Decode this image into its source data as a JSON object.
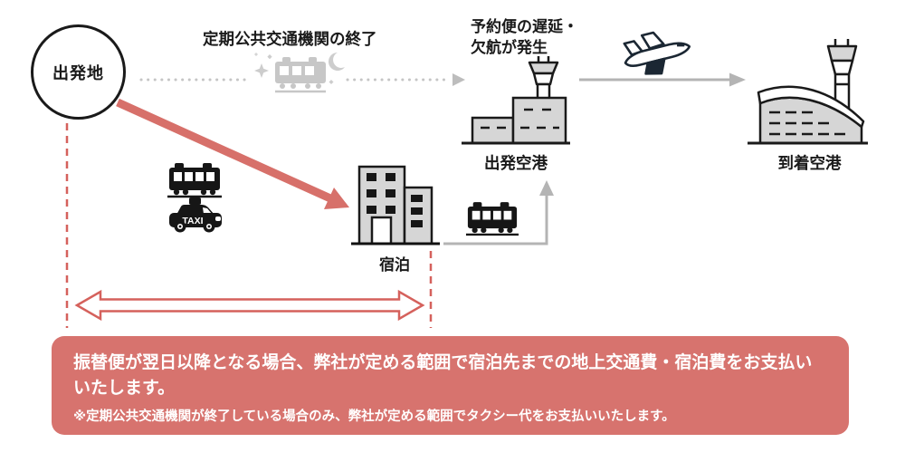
{
  "nodes": {
    "departure": "出発地",
    "transit_end": "定期公共交通機関の終了",
    "flight_disruption": "予約便の遅延・\n欠航が発生",
    "departure_airport": "出発空港",
    "arrival_airport": "到着空港",
    "lodging": "宿泊",
    "taxi_sign": "TAXI"
  },
  "banner": {
    "main_text": "振替便が翌日以降となる場合、弊社が定める範囲で宿泊先までの地上交通費・宿泊費をお支払いいたします。",
    "note_text": "※定期公共交通機関が終了している場合のみ、弊社が定める範囲でタクシー代をお支払いいたします。"
  },
  "colors": {
    "banner_background": "#d7736e",
    "banner_text": "#ffffff",
    "red_arrow": "#d7706a",
    "red_dashed": "#d5615c",
    "connector_gray": "#b4b4b4",
    "muted_icon_gray": "#c7c7c7",
    "building_fill": "#d6d6d6",
    "icon_black": "#161616",
    "plane_navy": "#1b2733"
  },
  "icons": [
    "night-train-icon",
    "moon-icon",
    "sparkle-icon",
    "train-icon",
    "taxi-icon",
    "lodging-building-icon",
    "departure-airport-icon",
    "arrival-airport-icon",
    "airplane-icon"
  ]
}
